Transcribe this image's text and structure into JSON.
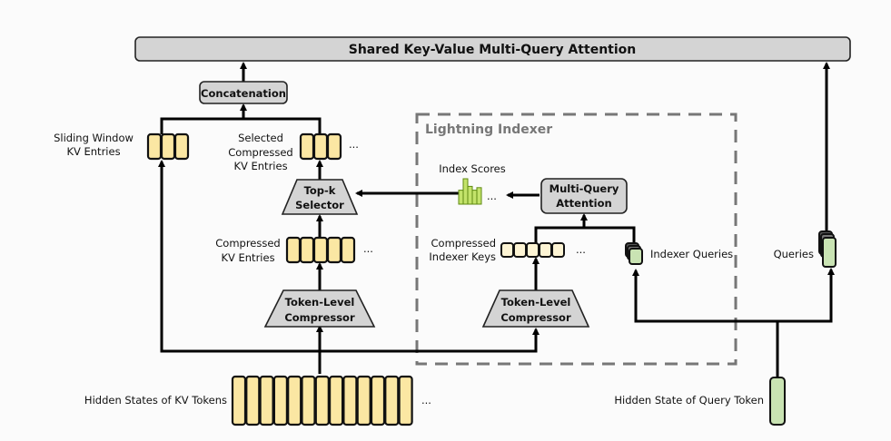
{
  "title": "Shared Key-Value Multi-Query Attention",
  "blocks": {
    "concatenation": "Concatenation",
    "topk_line1": "Top-k",
    "topk_line2": "Selector",
    "compressor_line1": "Token-Level",
    "compressor_line2": "Compressor",
    "mqa_line1": "Multi-Query",
    "mqa_line2": "Attention"
  },
  "group": {
    "lightning_indexer": "Lightning Indexer"
  },
  "labels": {
    "sliding_window_1": "Sliding Window",
    "sliding_window_2": "KV Entries",
    "selected_1": "Selected",
    "selected_2": "Compressed",
    "selected_3": "KV Entries",
    "compressed_kv_1": "Compressed",
    "compressed_kv_2": "KV Entries",
    "index_scores": "Index Scores",
    "compressed_keys_1": "Compressed",
    "compressed_keys_2": "Indexer Keys",
    "indexer_queries": "Indexer Queries",
    "queries": "Queries",
    "hidden_kv": "Hidden States of KV Tokens",
    "hidden_query": "Hidden State of Query Token",
    "ellipsis": "..."
  },
  "colors": {
    "kv_cell": "#fbe7a3",
    "query_cell": "#c9e3b3",
    "block_gray": "#d4d4d4",
    "score_bar": "#c3e36a",
    "dashed_border": "#777777"
  },
  "index_scores": [
    0.55,
    1.0,
    0.7,
    0.55,
    0.65
  ]
}
